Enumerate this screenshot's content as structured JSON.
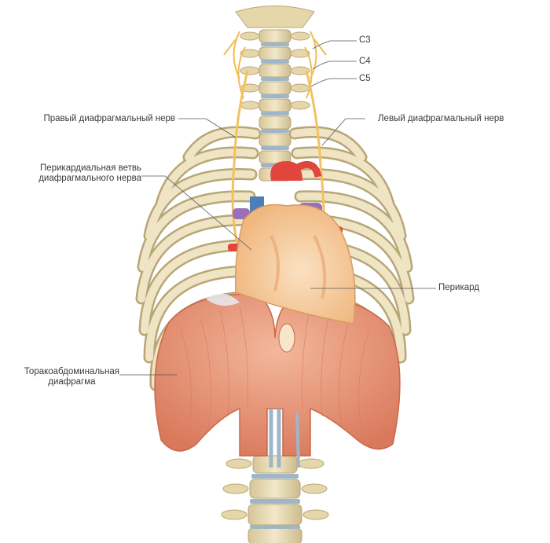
{
  "labels": {
    "c3": "C3",
    "c4": "C4",
    "c5": "C5",
    "right_phrenic": "Правый диафрагмальный нерв",
    "left_phrenic": "Левый диафрагмальный нерв",
    "pericardial_branch_line1": "Перикардиальная ветвь",
    "pericardial_branch_line2": "диафрагмального нерва",
    "pericardium": "Перикард",
    "diaphragm_line1": "Торакоабдоминальная",
    "diaphragm_line2": "диафрагма"
  },
  "colors": {
    "bone": "#e9dcb6",
    "bone_shade": "#c9b78a",
    "disc": "#9fb6c8",
    "nerve": "#f3c25e",
    "muscle": "#e79a7c",
    "muscle_dark": "#c9684d",
    "pericardium": "#f6c39a",
    "heart_red": "#e2453c",
    "vein_blue": "#4a7fb8",
    "leader_line": "#555555"
  }
}
